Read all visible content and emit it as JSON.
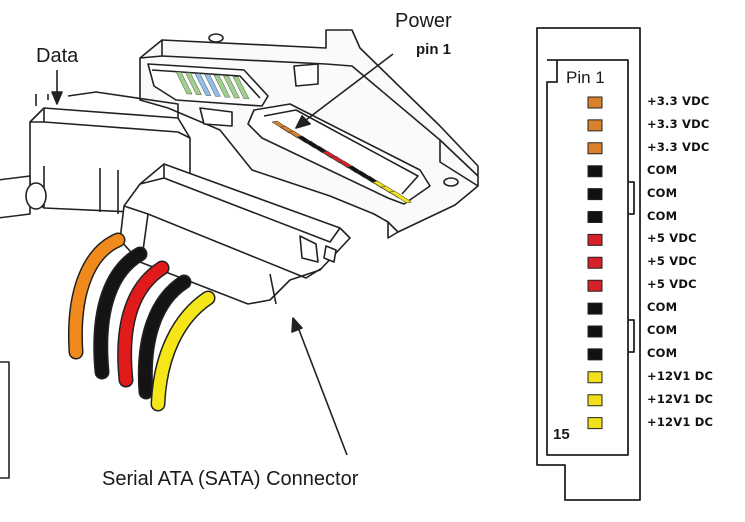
{
  "labels": {
    "data": "Data",
    "power": "Power",
    "power_pin": "pin 1",
    "connector": "Serial ATA (SATA) Connector",
    "pin_header": "Pin 1",
    "pin_footer": "15"
  },
  "pins": [
    {
      "label": "+3.3 VDC",
      "color": "#d9822b"
    },
    {
      "label": "+3.3 VDC",
      "color": "#d9822b"
    },
    {
      "label": "+3.3 VDC",
      "color": "#d9822b"
    },
    {
      "label": "COM",
      "color": "#111111"
    },
    {
      "label": "COM",
      "color": "#111111"
    },
    {
      "label": "COM",
      "color": "#111111"
    },
    {
      "label": "+5 VDC",
      "color": "#d6202a"
    },
    {
      "label": "+5 VDC",
      "color": "#d6202a"
    },
    {
      "label": "+5 VDC",
      "color": "#d6202a"
    },
    {
      "label": "COM",
      "color": "#111111"
    },
    {
      "label": "COM",
      "color": "#111111"
    },
    {
      "label": "COM",
      "color": "#111111"
    },
    {
      "label": "+12V1 DC",
      "color": "#f2e01c"
    },
    {
      "label": "+12V1 DC",
      "color": "#f2e01c"
    },
    {
      "label": "+12V1 DC",
      "color": "#f2e01c"
    }
  ],
  "wires": [
    {
      "name": "orange",
      "color": "#f08a1c"
    },
    {
      "name": "black",
      "color": "#141414"
    },
    {
      "name": "red",
      "color": "#e11b1b"
    },
    {
      "name": "black",
      "color": "#141414"
    },
    {
      "name": "yellow",
      "color": "#f5e61a"
    }
  ],
  "data_connector_contacts": [
    "#9fd18a",
    "#9fd18a",
    "#8fbfe6",
    "#8fbfe6",
    "#9fd18a",
    "#9fd18a",
    "#9fd18a"
  ]
}
